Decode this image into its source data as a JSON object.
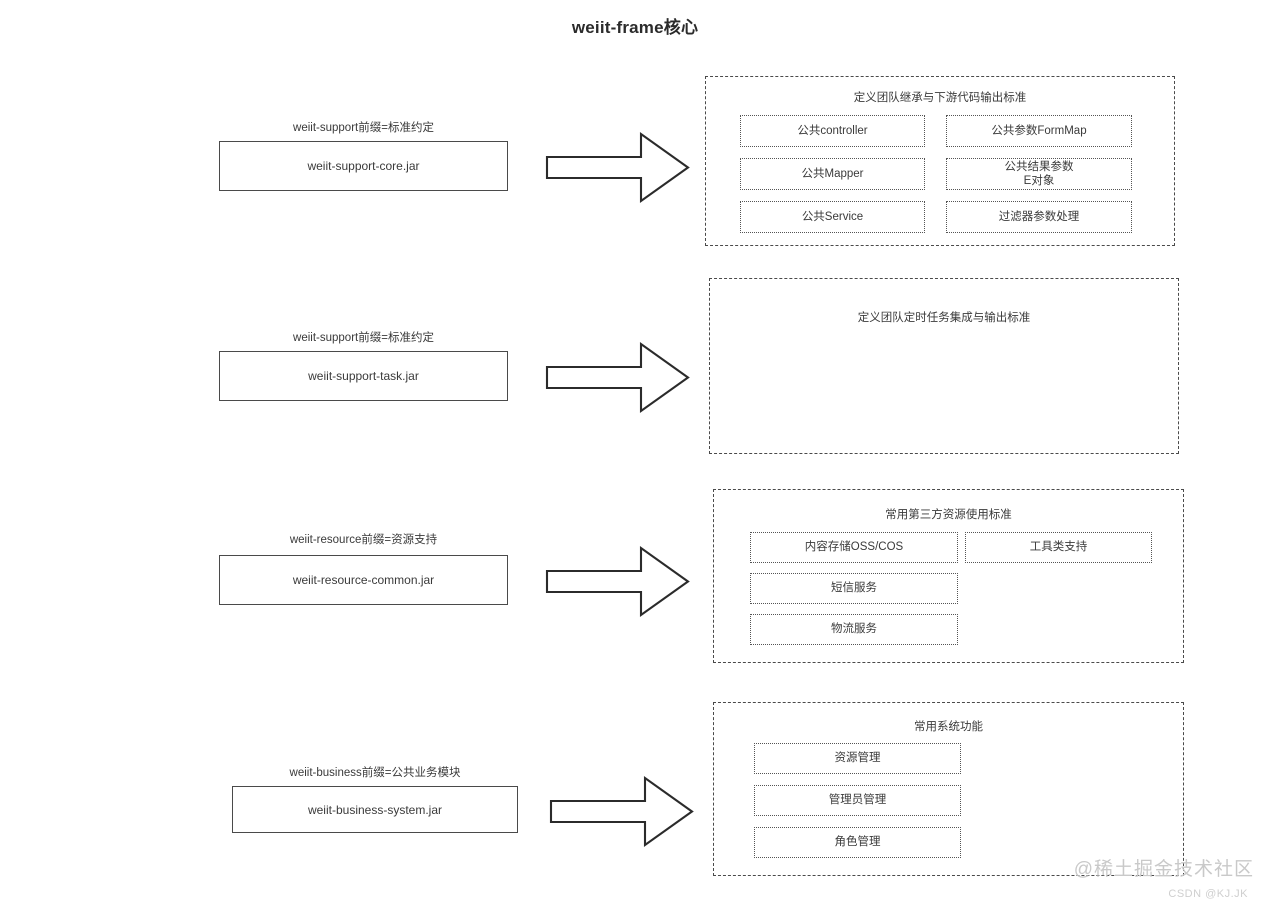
{
  "title": "weiit-frame核心",
  "rows": [
    {
      "label": "weiit-support前缀=标准约定",
      "jar": "weiit-support-core.jar",
      "arrow": "right-arrow-icon",
      "panel": {
        "header": "定义团队继承与下游代码输出标准",
        "cells_left": [
          "公共controller",
          "公共Mapper",
          "公共Service"
        ],
        "cells_right": [
          "公共参数FormMap",
          "公共结果参数\nE对象",
          "过滤器参数处理"
        ]
      }
    },
    {
      "label": "weiit-support前缀=标准约定",
      "jar": "weiit-support-task.jar",
      "arrow": "right-arrow-icon",
      "panel": {
        "header": "定义团队定时任务集成与输出标准",
        "cells_left": [],
        "cells_right": []
      }
    },
    {
      "label": "weiit-resource前缀=资源支持",
      "jar": "weiit-resource-common.jar",
      "arrow": "right-arrow-icon",
      "panel": {
        "header": "常用第三方资源使用标准",
        "cells_left": [
          "内容存储OSS/COS",
          "短信服务",
          "物流服务"
        ],
        "cells_right": [
          "工具类支持"
        ]
      }
    },
    {
      "label": "weiit-business前缀=公共业务模块",
      "jar": "weiit-business-system.jar",
      "arrow": "right-arrow-icon",
      "panel": {
        "header": "常用系统功能",
        "cells_left": [
          "资源管理",
          "管理员管理",
          "角色管理"
        ],
        "cells_right": []
      }
    }
  ],
  "watermarks": {
    "juejin": "@稀土掘金技术社区",
    "csdn": "CSDN @KJ.JK"
  },
  "colors": {
    "stroke": "#4a4a4a",
    "text": "#3a3a3a",
    "background": "#ffffff",
    "watermark": "#c9c9c9"
  }
}
